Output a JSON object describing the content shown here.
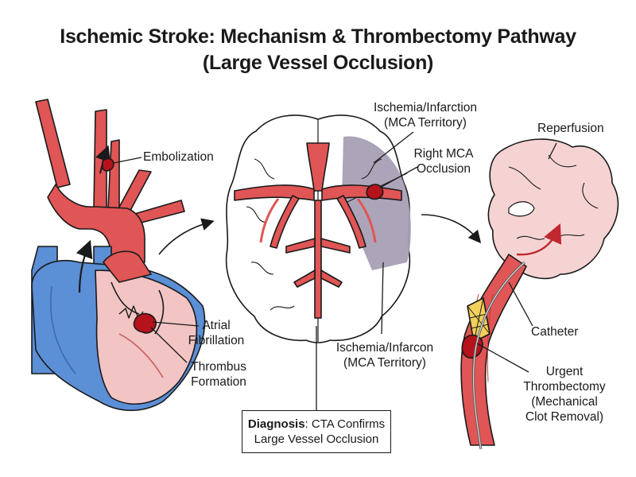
{
  "title": {
    "line1": "Ischemic Stroke: Mechanism & Thrombectomy Pathway",
    "line2": "(Large Vessel Occlusion)"
  },
  "labels": {
    "embolization": "Embolization",
    "atrial_fibrillation_l1": "Atrial",
    "atrial_fibrillation_l2": "Fibrillation",
    "thrombus_formation_l1": "Thrombus",
    "thrombus_formation_l2": "Formation",
    "ischemia_top_l1": "Ischemia/Infarction",
    "ischemia_top_l2": "(MCA Territory)",
    "right_mca_l1": "Right MCA",
    "right_mca_l2": "Occlusion",
    "ischemia_bottom_l1": "Ischemia/Infarcon",
    "ischemia_bottom_l2": "(MCA Territory)",
    "reperfusion": "Reperfusion",
    "catheter": "Catheter",
    "thrombectomy_l1": "Urgent",
    "thrombectomy_l2": "Thrombectomy",
    "thrombectomy_l3": "(Mechanical",
    "thrombectomy_l4": "Clot Removal)"
  },
  "diagnosis": {
    "prefix": "Diagnosis",
    "text_l1": ": CTA Confirms",
    "text_l2": "Large Vessel Occlusion"
  },
  "colors": {
    "artery_red": "#e05555",
    "vein_blue": "#5b8fd6",
    "heart_pink": "#f2c4c4",
    "brain_pink": "#f6d3d3",
    "infarct_purple": "#a89fb4",
    "clot_dark_red": "#b5121b",
    "stent_yellow": "#f2d05a",
    "outline": "#1a1a1a"
  },
  "icons": [
    "heart-illustration",
    "brain-axial-illustration",
    "brain-sagittal-illustration",
    "clot-icon",
    "stent-retriever-icon",
    "curved-arrow-icon"
  ]
}
